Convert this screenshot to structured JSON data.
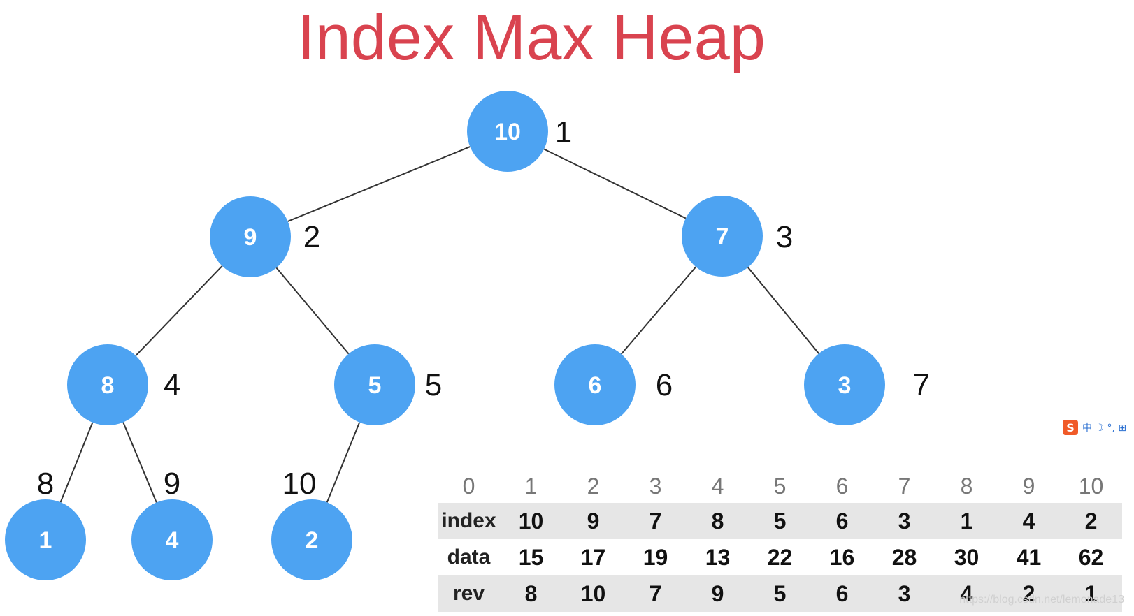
{
  "title": "Index Max Heap",
  "tree": {
    "nodes": [
      {
        "pos": 1,
        "label": "10"
      },
      {
        "pos": 2,
        "label": "9"
      },
      {
        "pos": 3,
        "label": "7"
      },
      {
        "pos": 4,
        "label": "8"
      },
      {
        "pos": 5,
        "label": "5"
      },
      {
        "pos": 6,
        "label": "6"
      },
      {
        "pos": 7,
        "label": "3"
      },
      {
        "pos": 8,
        "label": "1"
      },
      {
        "pos": 9,
        "label": "4"
      },
      {
        "pos": 10,
        "label": "2"
      }
    ],
    "edges": [
      [
        1,
        2
      ],
      [
        1,
        3
      ],
      [
        2,
        4
      ],
      [
        2,
        5
      ],
      [
        3,
        6
      ],
      [
        3,
        7
      ],
      [
        4,
        8
      ],
      [
        4,
        9
      ],
      [
        5,
        10
      ]
    ]
  },
  "table": {
    "header": [
      "0",
      "1",
      "2",
      "3",
      "4",
      "5",
      "6",
      "7",
      "8",
      "9",
      "10"
    ],
    "rows": [
      {
        "label": "index",
        "values": [
          "10",
          "9",
          "7",
          "8",
          "5",
          "6",
          "3",
          "1",
          "4",
          "2"
        ]
      },
      {
        "label": "data",
        "values": [
          "15",
          "17",
          "19",
          "13",
          "22",
          "16",
          "28",
          "30",
          "41",
          "62"
        ]
      },
      {
        "label": "rev",
        "values": [
          "8",
          "10",
          "7",
          "9",
          "5",
          "6",
          "3",
          "4",
          "2",
          "1"
        ]
      }
    ]
  },
  "watermark": "https://blog.csdn.net/lemonade13",
  "ime": {
    "logo": "S",
    "text": "中 ☽ °, ⊞"
  },
  "colors": {
    "title": "#d9434f",
    "node": "#4da3f2"
  }
}
